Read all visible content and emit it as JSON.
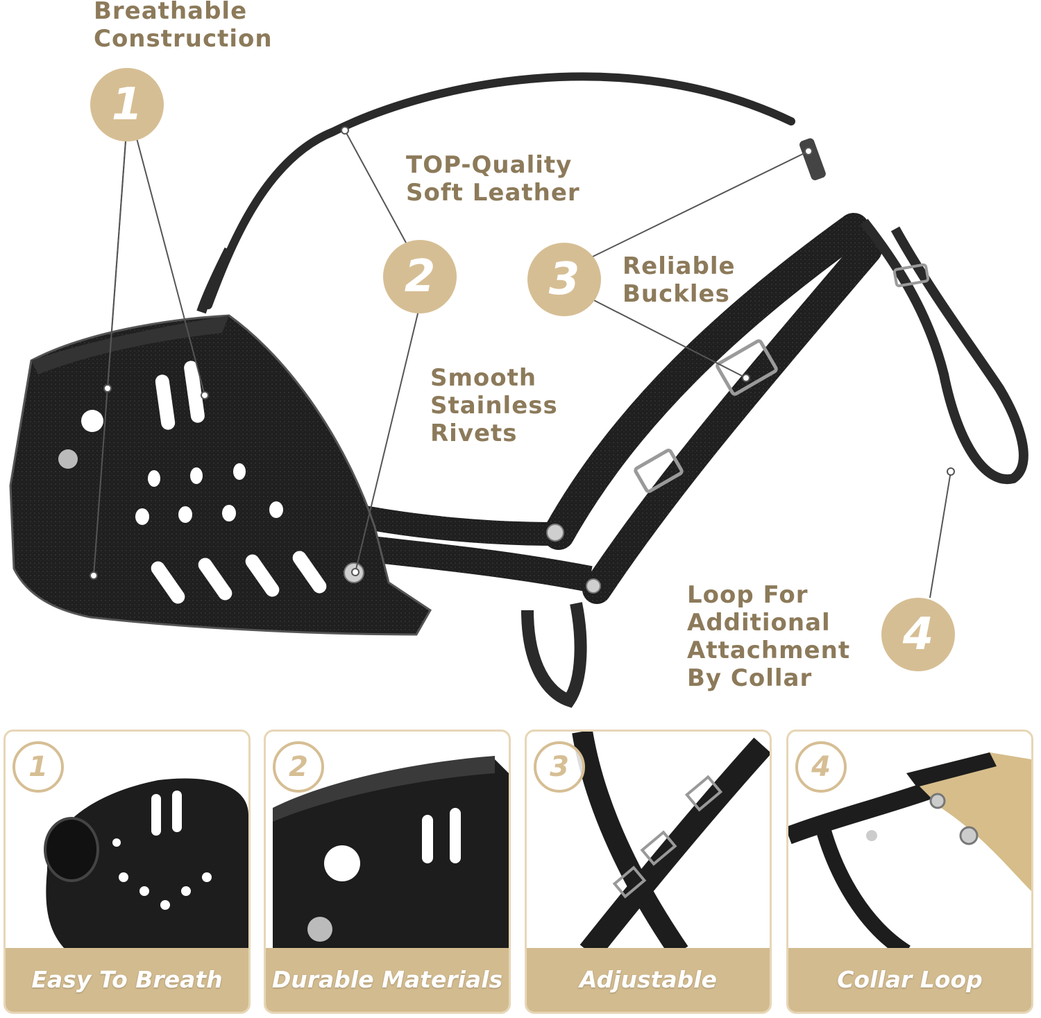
{
  "callouts": {
    "c1": {
      "number": "1",
      "lines": [
        "Breathable",
        "Construction"
      ]
    },
    "c2": {
      "number": "2",
      "lines": [
        "TOP-Quality",
        "Soft Leather"
      ],
      "lines_b": [
        "Smooth",
        "Stainless",
        "Rivets"
      ]
    },
    "c3": {
      "number": "3",
      "lines": [
        "Reliable",
        "Buckles"
      ]
    },
    "c4": {
      "number": "4",
      "lines": [
        "Loop For",
        "Additional",
        "Attachment",
        "By Collar"
      ]
    }
  },
  "cards": [
    {
      "number": "1",
      "label": "Easy To Breath"
    },
    {
      "number": "2",
      "label": "Durable Materials"
    },
    {
      "number": "3",
      "label": "Adjustable"
    },
    {
      "number": "4",
      "label": "Collar Loop"
    }
  ],
  "colors": {
    "gold": "#d6be94",
    "gold_text": "#8c7a5a",
    "leather": "#1e1e1e",
    "card_label": "#d2bb8f"
  }
}
